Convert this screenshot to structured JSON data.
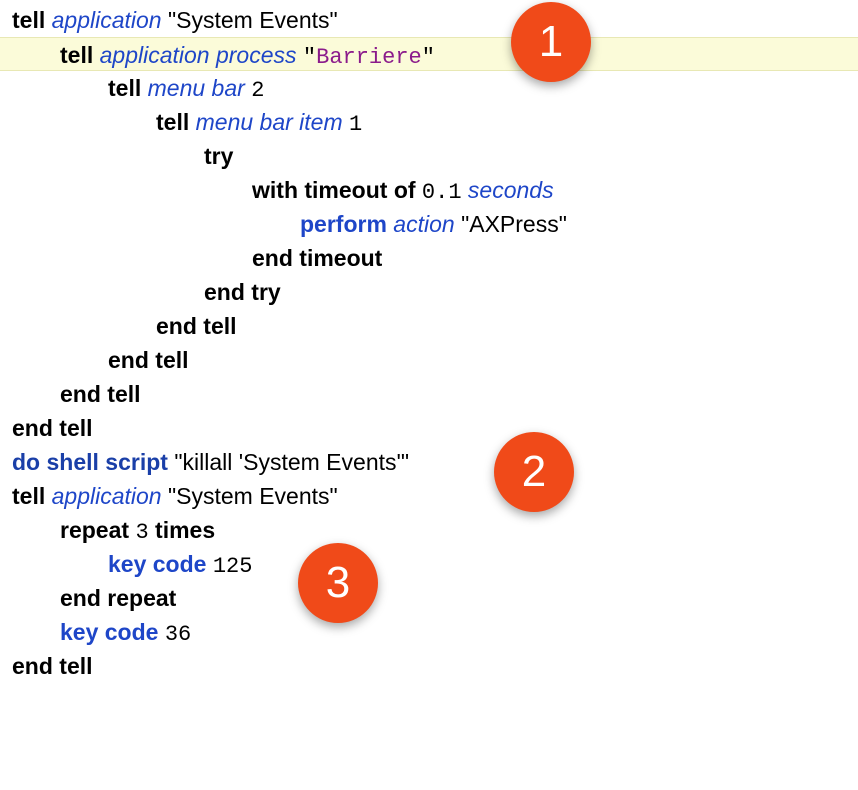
{
  "code": {
    "l1": {
      "kw": "tell",
      "cls": "application",
      "str": "\"System Events\""
    },
    "l2": {
      "kw": "tell",
      "cls": "application process",
      "q1": "\"",
      "str": "Barriere",
      "q2": "\""
    },
    "l3": {
      "kw": "tell",
      "cls": "menu bar",
      "num": "2"
    },
    "l4": {
      "kw": "tell",
      "cls": "menu bar item",
      "num": "1"
    },
    "l5": {
      "kw": "try"
    },
    "l6": {
      "kw": "with timeout of",
      "num": "0.1",
      "cls": "seconds"
    },
    "l7": {
      "kw": "perform",
      "cls": "action",
      "str": "\"AXPress\""
    },
    "l8": {
      "kw": "end timeout"
    },
    "l9": {
      "kw": "end try"
    },
    "l10": {
      "kw": "end tell"
    },
    "l11": {
      "kw": "end tell"
    },
    "l12": {
      "kw": "end tell"
    },
    "l13": {
      "kw": "end tell"
    },
    "l14": {
      "kw": "do shell script",
      "str": "\"killall 'System Events'\""
    },
    "l15": {
      "kw": "tell",
      "cls": "application",
      "str": "\"System Events\""
    },
    "l16": {
      "kw1": "repeat",
      "num": "3",
      "kw2": "times"
    },
    "l17": {
      "kw": "key code",
      "num": "125"
    },
    "l18": {
      "kw": "end repeat"
    },
    "l19": {
      "kw": "key code",
      "num": "36"
    },
    "l20": {
      "kw": "end tell"
    }
  },
  "badges": {
    "b1": "1",
    "b2": "2",
    "b3": "3"
  },
  "colors": {
    "keyword_blue": "#1e46c8",
    "string_purple": "#8b1b8b",
    "highlight": "#fbfbd9",
    "badge": "#f04a19"
  }
}
